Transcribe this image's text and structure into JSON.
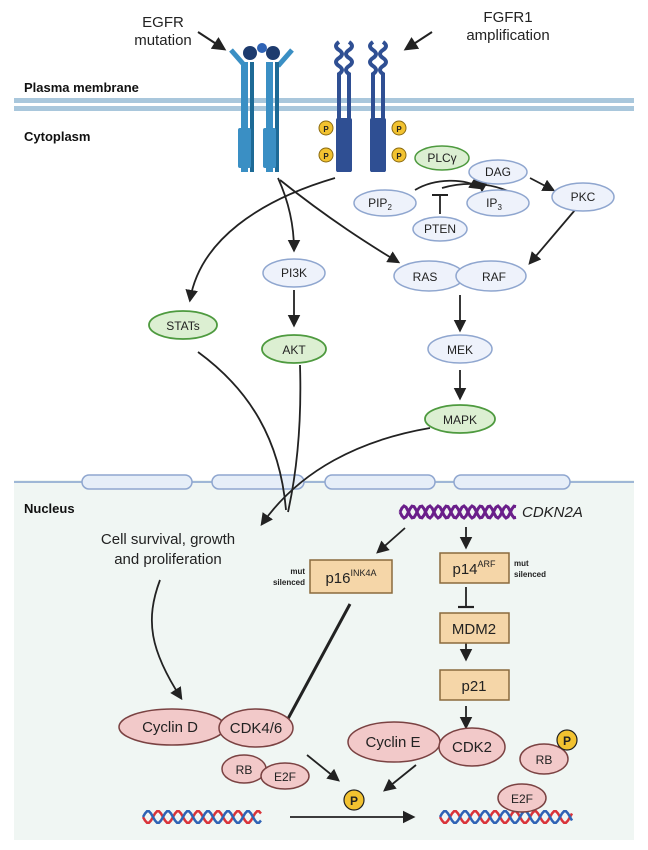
{
  "annotations": {
    "egfr_line1": "EGFR",
    "egfr_line2": "mutation",
    "fgfr_line1": "FGFR1",
    "fgfr_line2": "amplification"
  },
  "regions": {
    "plasma_membrane": "Plasma membrane",
    "cytoplasm": "Cytoplasm",
    "nucleus": "Nucleus"
  },
  "cytoplasm": {
    "plcg": "PLCγ",
    "dag": "DAG",
    "pkc": "PKC",
    "pip2_base": "PIP",
    "pip2_sub": "2",
    "ip3_base": "IP",
    "ip3_sub": "3",
    "pten": "PTEN",
    "pi3k": "PI3K",
    "ras": "RAS",
    "raf": "RAF",
    "stats": "STATs",
    "akt": "AKT",
    "mek": "MEK",
    "mapk": "MAPK",
    "phospho": "P"
  },
  "nucleus": {
    "outcome_line1": "Cell survival,  growth",
    "outcome_line2": "and proliferation",
    "cdkn2a": "CDKN2A",
    "p16_base": "p16",
    "p16_sup": "INK4A",
    "p14_base": "p14",
    "p14_sup": "ARF",
    "mut": "mut",
    "silenced": "silenced",
    "mdm2": "MDM2",
    "p21": "p21",
    "cyclin_d": "Cyclin D",
    "cdk46": "CDK4/6",
    "cyclin_e": "Cyclin E",
    "cdk2": "CDK2",
    "rb": "RB",
    "e2f": "E2F",
    "phospho": "P"
  },
  "colors": {
    "membrane": "#a9c7dc",
    "egfr": "#3a8fc4",
    "fgfr": "#2f4f93",
    "phospho": "#f2c230",
    "green_fill": "#dcefd2",
    "green_stroke": "#4e9a3f",
    "blue_fill": "#eef2fb",
    "blue_stroke": "#8fa6cf",
    "box_fill": "#f5d6a8",
    "box_stroke": "#8a6a3d",
    "pink_fill": "#f2c9c9",
    "pink_stroke": "#7a4242",
    "dna_red": "#d9343a",
    "dna_blue": "#2f63b5",
    "dna_purple": "#6a1f8a",
    "nucleus_bg": "#f0f6f3"
  }
}
